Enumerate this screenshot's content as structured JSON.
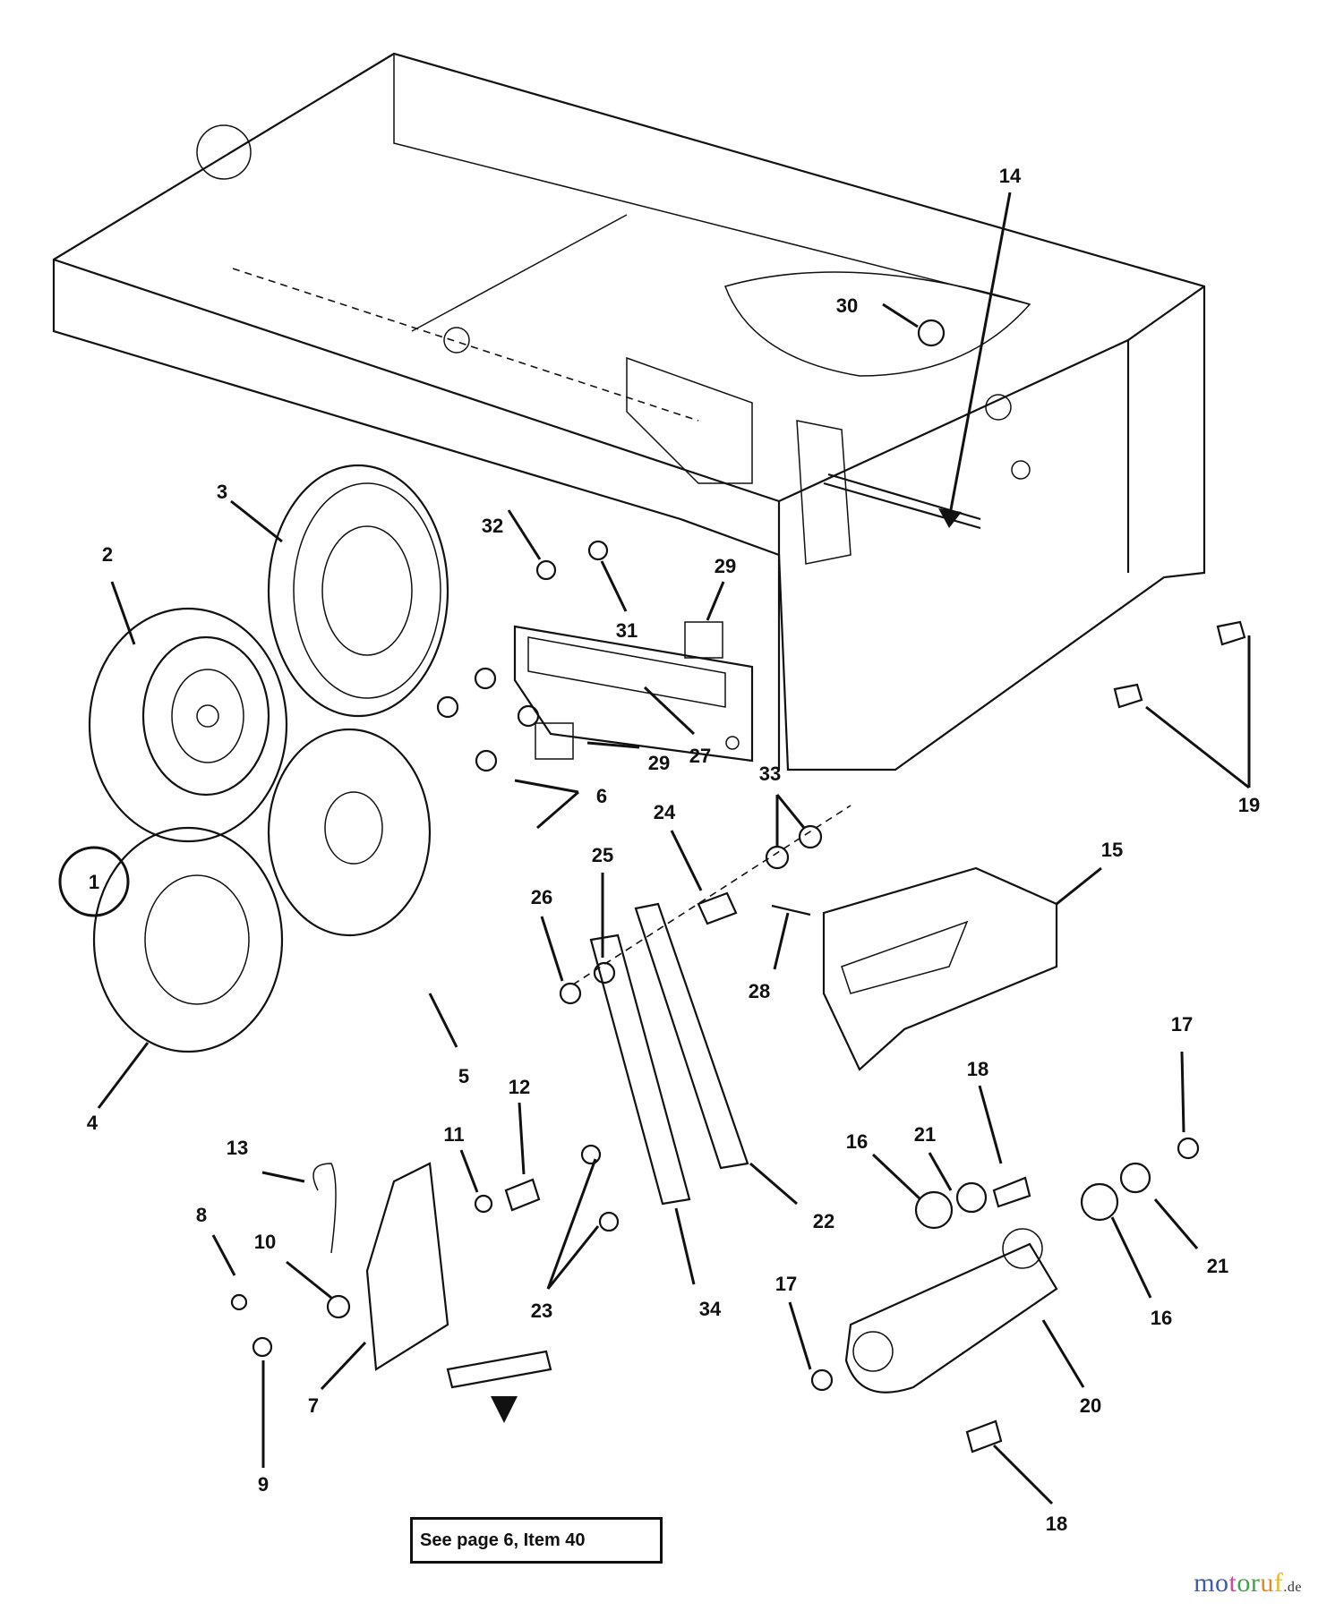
{
  "diagram": {
    "title_assembly_ref": "1",
    "note": "See page 6, Item 40",
    "watermark": {
      "letters": [
        "m",
        "o",
        "t",
        "o",
        "r",
        "u",
        "f"
      ],
      "letter_colors": [
        "#3b5bb5",
        "#3b5bb5",
        "#d04a9a",
        "#3fa34d",
        "#3fa34d",
        "#e0892a",
        "#e8b81f"
      ],
      "suffix": ".de"
    },
    "callouts": [
      {
        "id": "c2",
        "label": "2"
      },
      {
        "id": "c3",
        "label": "3"
      },
      {
        "id": "c4",
        "label": "4"
      },
      {
        "id": "c5",
        "label": "5"
      },
      {
        "id": "c6",
        "label": "6"
      },
      {
        "id": "c7",
        "label": "7"
      },
      {
        "id": "c8",
        "label": "8"
      },
      {
        "id": "c9",
        "label": "9"
      },
      {
        "id": "c10",
        "label": "10"
      },
      {
        "id": "c11",
        "label": "11"
      },
      {
        "id": "c12",
        "label": "12"
      },
      {
        "id": "c13",
        "label": "13"
      },
      {
        "id": "c14",
        "label": "14"
      },
      {
        "id": "c15",
        "label": "15"
      },
      {
        "id": "c16a",
        "label": "16"
      },
      {
        "id": "c16b",
        "label": "16"
      },
      {
        "id": "c17a",
        "label": "17"
      },
      {
        "id": "c17b",
        "label": "17"
      },
      {
        "id": "c18a",
        "label": "18"
      },
      {
        "id": "c18b",
        "label": "18"
      },
      {
        "id": "c19",
        "label": "19"
      },
      {
        "id": "c20",
        "label": "20"
      },
      {
        "id": "c21a",
        "label": "21"
      },
      {
        "id": "c21b",
        "label": "21"
      },
      {
        "id": "c22",
        "label": "22"
      },
      {
        "id": "c23",
        "label": "23"
      },
      {
        "id": "c24",
        "label": "24"
      },
      {
        "id": "c25",
        "label": "25"
      },
      {
        "id": "c26",
        "label": "26"
      },
      {
        "id": "c27",
        "label": "27"
      },
      {
        "id": "c28",
        "label": "28"
      },
      {
        "id": "c29a",
        "label": "29"
      },
      {
        "id": "c29b",
        "label": "29"
      },
      {
        "id": "c30",
        "label": "30"
      },
      {
        "id": "c31",
        "label": "31"
      },
      {
        "id": "c32",
        "label": "32"
      },
      {
        "id": "c33",
        "label": "33"
      },
      {
        "id": "c34",
        "label": "34"
      }
    ]
  }
}
